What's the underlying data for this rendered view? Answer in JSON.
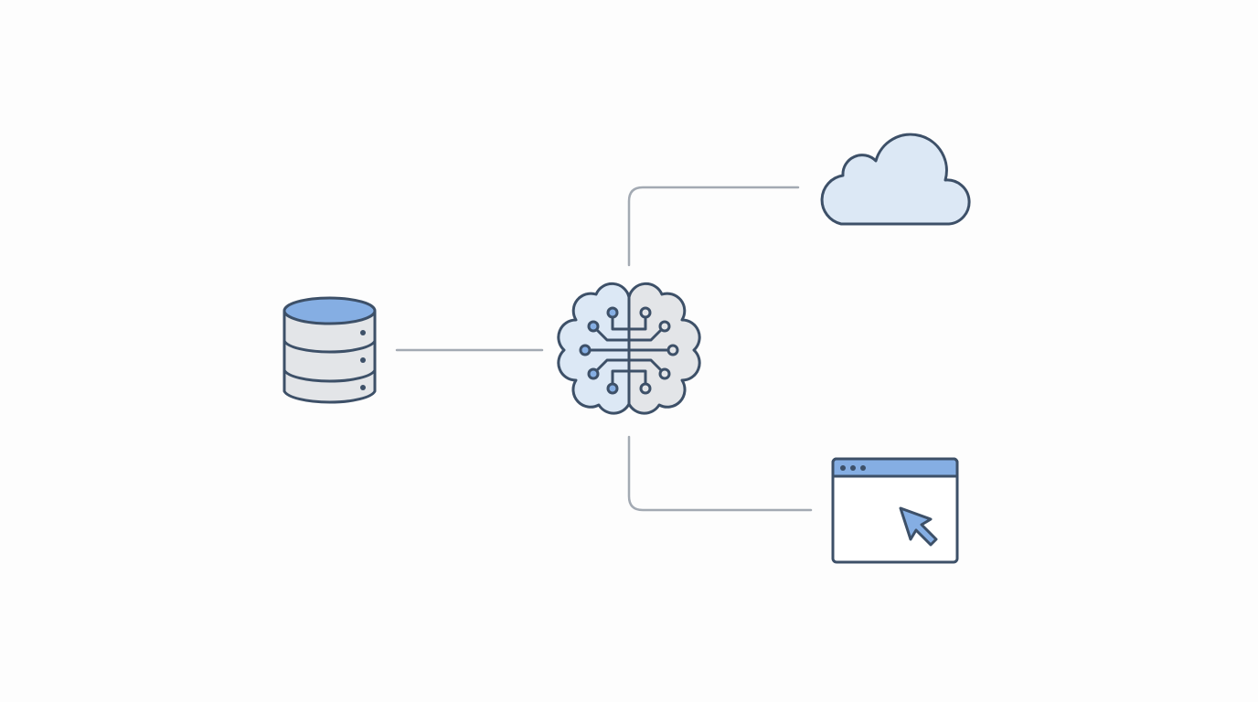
{
  "diagram": {
    "nodes": [
      {
        "id": "database",
        "icon": "database-icon"
      },
      {
        "id": "ai-brain",
        "icon": "brain-circuit-icon"
      },
      {
        "id": "cloud",
        "icon": "cloud-icon"
      },
      {
        "id": "browser",
        "icon": "browser-window-cursor-icon"
      }
    ],
    "edges": [
      {
        "from": "database",
        "to": "ai-brain"
      },
      {
        "from": "ai-brain",
        "to": "cloud"
      },
      {
        "from": "ai-brain",
        "to": "browser"
      }
    ]
  },
  "colors": {
    "stroke": "#3d5068",
    "accent_blue": "#85aee3",
    "light_blue": "#dce8f5",
    "light_gray": "#e3e5e8",
    "connector": "#a3aab3",
    "background": "#fdfdfd"
  }
}
